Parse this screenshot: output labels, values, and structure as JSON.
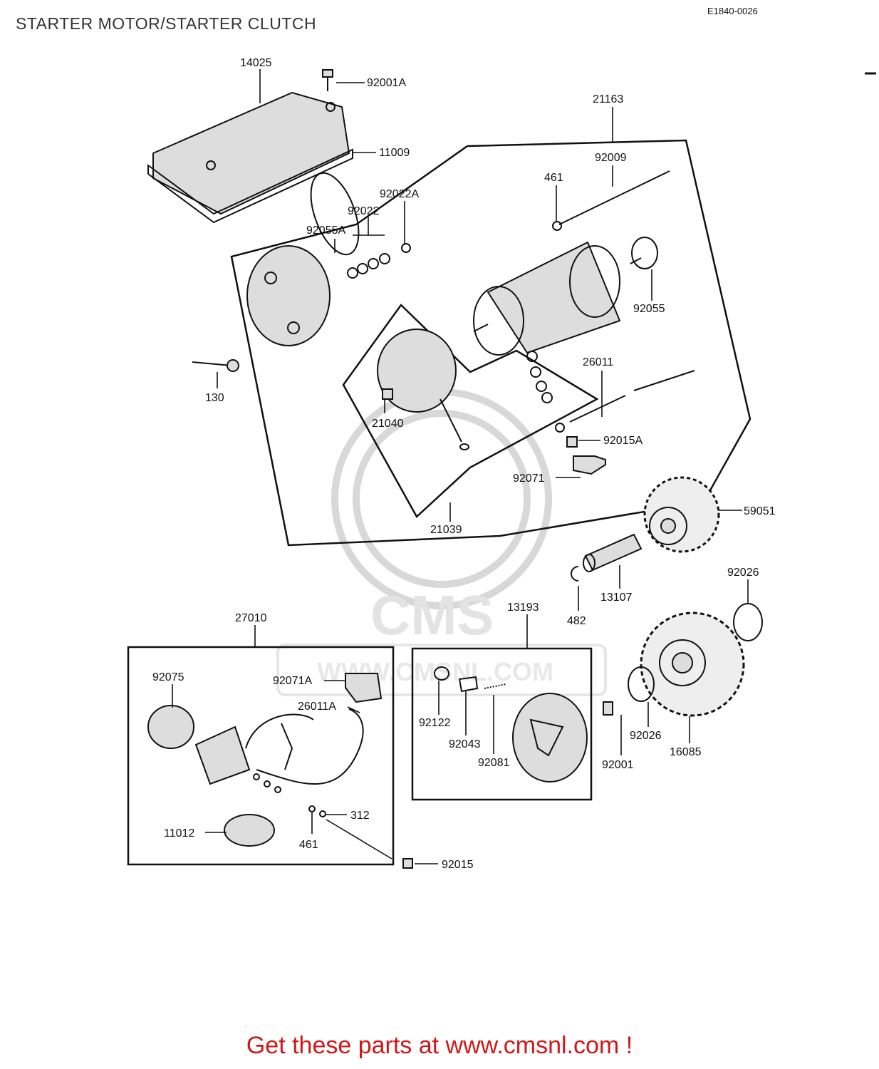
{
  "title": "STARTER MOTOR/STARTER CLUTCH",
  "drawing_code": "E1840-0026",
  "watermark": {
    "brand": "CMS",
    "site": "WWW.CMSNL.COM"
  },
  "footer_cta": "Get these parts at www.cmsnl.com !",
  "accent_color": "#d01818",
  "labels": {
    "p14025": "14025",
    "p92001A": "92001A",
    "p11009": "11009",
    "p21163": "21163",
    "p92009": "92009",
    "p461a": "461",
    "p92022A": "92022A",
    "p92022": "92022",
    "p92055A": "92055A",
    "p92055": "92055",
    "p130": "130",
    "p26011": "26011",
    "p21040": "21040",
    "p92015A": "92015A",
    "p92071": "92071",
    "p21039": "21039",
    "p59051": "59051",
    "p92026a": "92026",
    "p13107": "13107",
    "p482": "482",
    "p27010": "27010",
    "p13193": "13193",
    "p92075": "92075",
    "p92071A": "92071A",
    "p26011A": "26011A",
    "p92122": "92122",
    "p92043": "92043",
    "p92081": "92081",
    "p92001": "92001",
    "p92026b": "92026",
    "p16085": "16085",
    "p11012": "11012",
    "p312": "312",
    "p461b": "461",
    "p92015": "92015"
  }
}
